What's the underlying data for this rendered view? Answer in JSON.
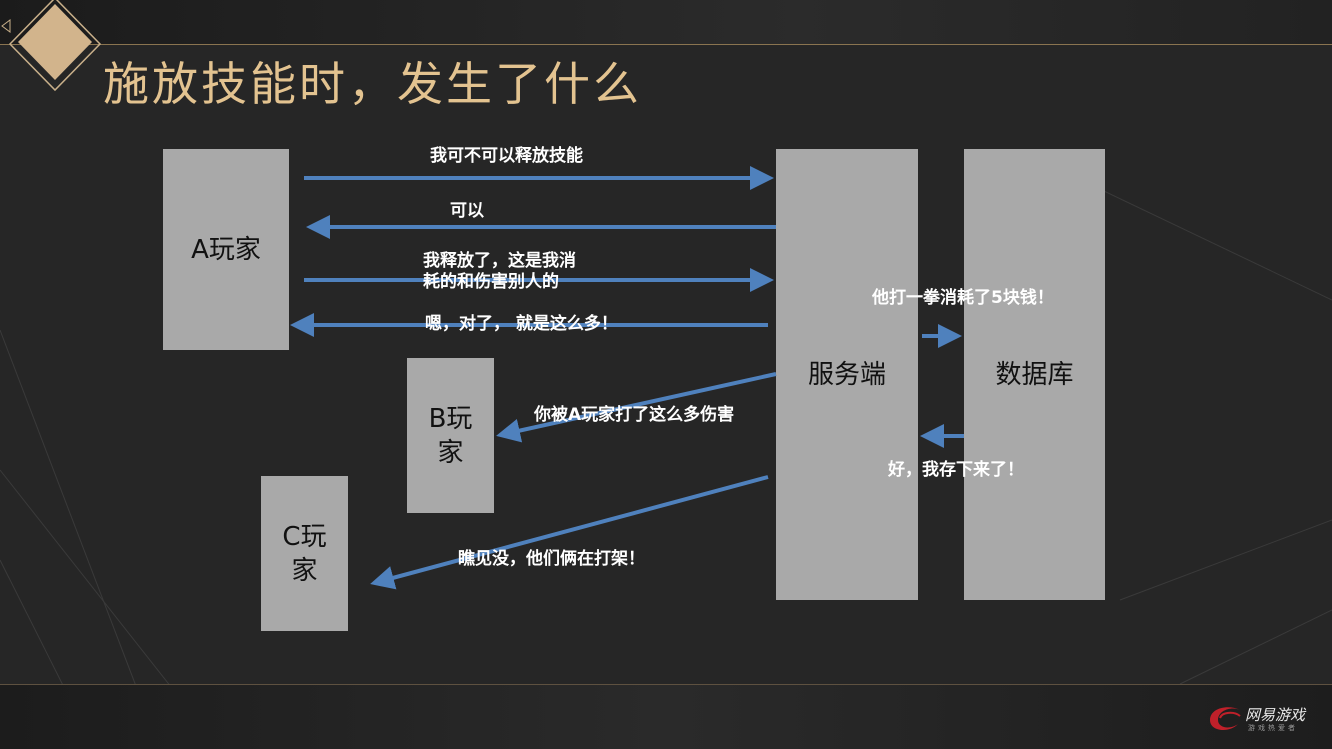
{
  "slide": {
    "title": "施放技能时，发生了什么"
  },
  "nodes": {
    "player_a": "A玩家",
    "player_b": "B玩\n家",
    "player_c": "C玩\n家",
    "server": "服务端",
    "database": "数据库"
  },
  "messages": {
    "a_to_server_request": "我可不可以释放技能",
    "server_to_a_ok": "可以",
    "a_to_server_cast": "我释放了，这是我消\n耗的和伤害别人的",
    "server_to_a_confirm": "嗯，对了， 就是这么多！",
    "server_to_b": "你被A玩家打了这么多伤害",
    "server_to_c": "瞧见没，他们俩在打架！",
    "server_to_db": "他打一拳消耗了5块钱！",
    "db_to_server": "好，我存下来了！"
  },
  "branding": {
    "logo_text": "网易游戏",
    "logo_sub": "游戏热爱者"
  },
  "colors": {
    "arrow": "#4f81bd",
    "box": "#a9a9a9",
    "title": "#e3c390",
    "accent_gold": "#d2b48c"
  }
}
